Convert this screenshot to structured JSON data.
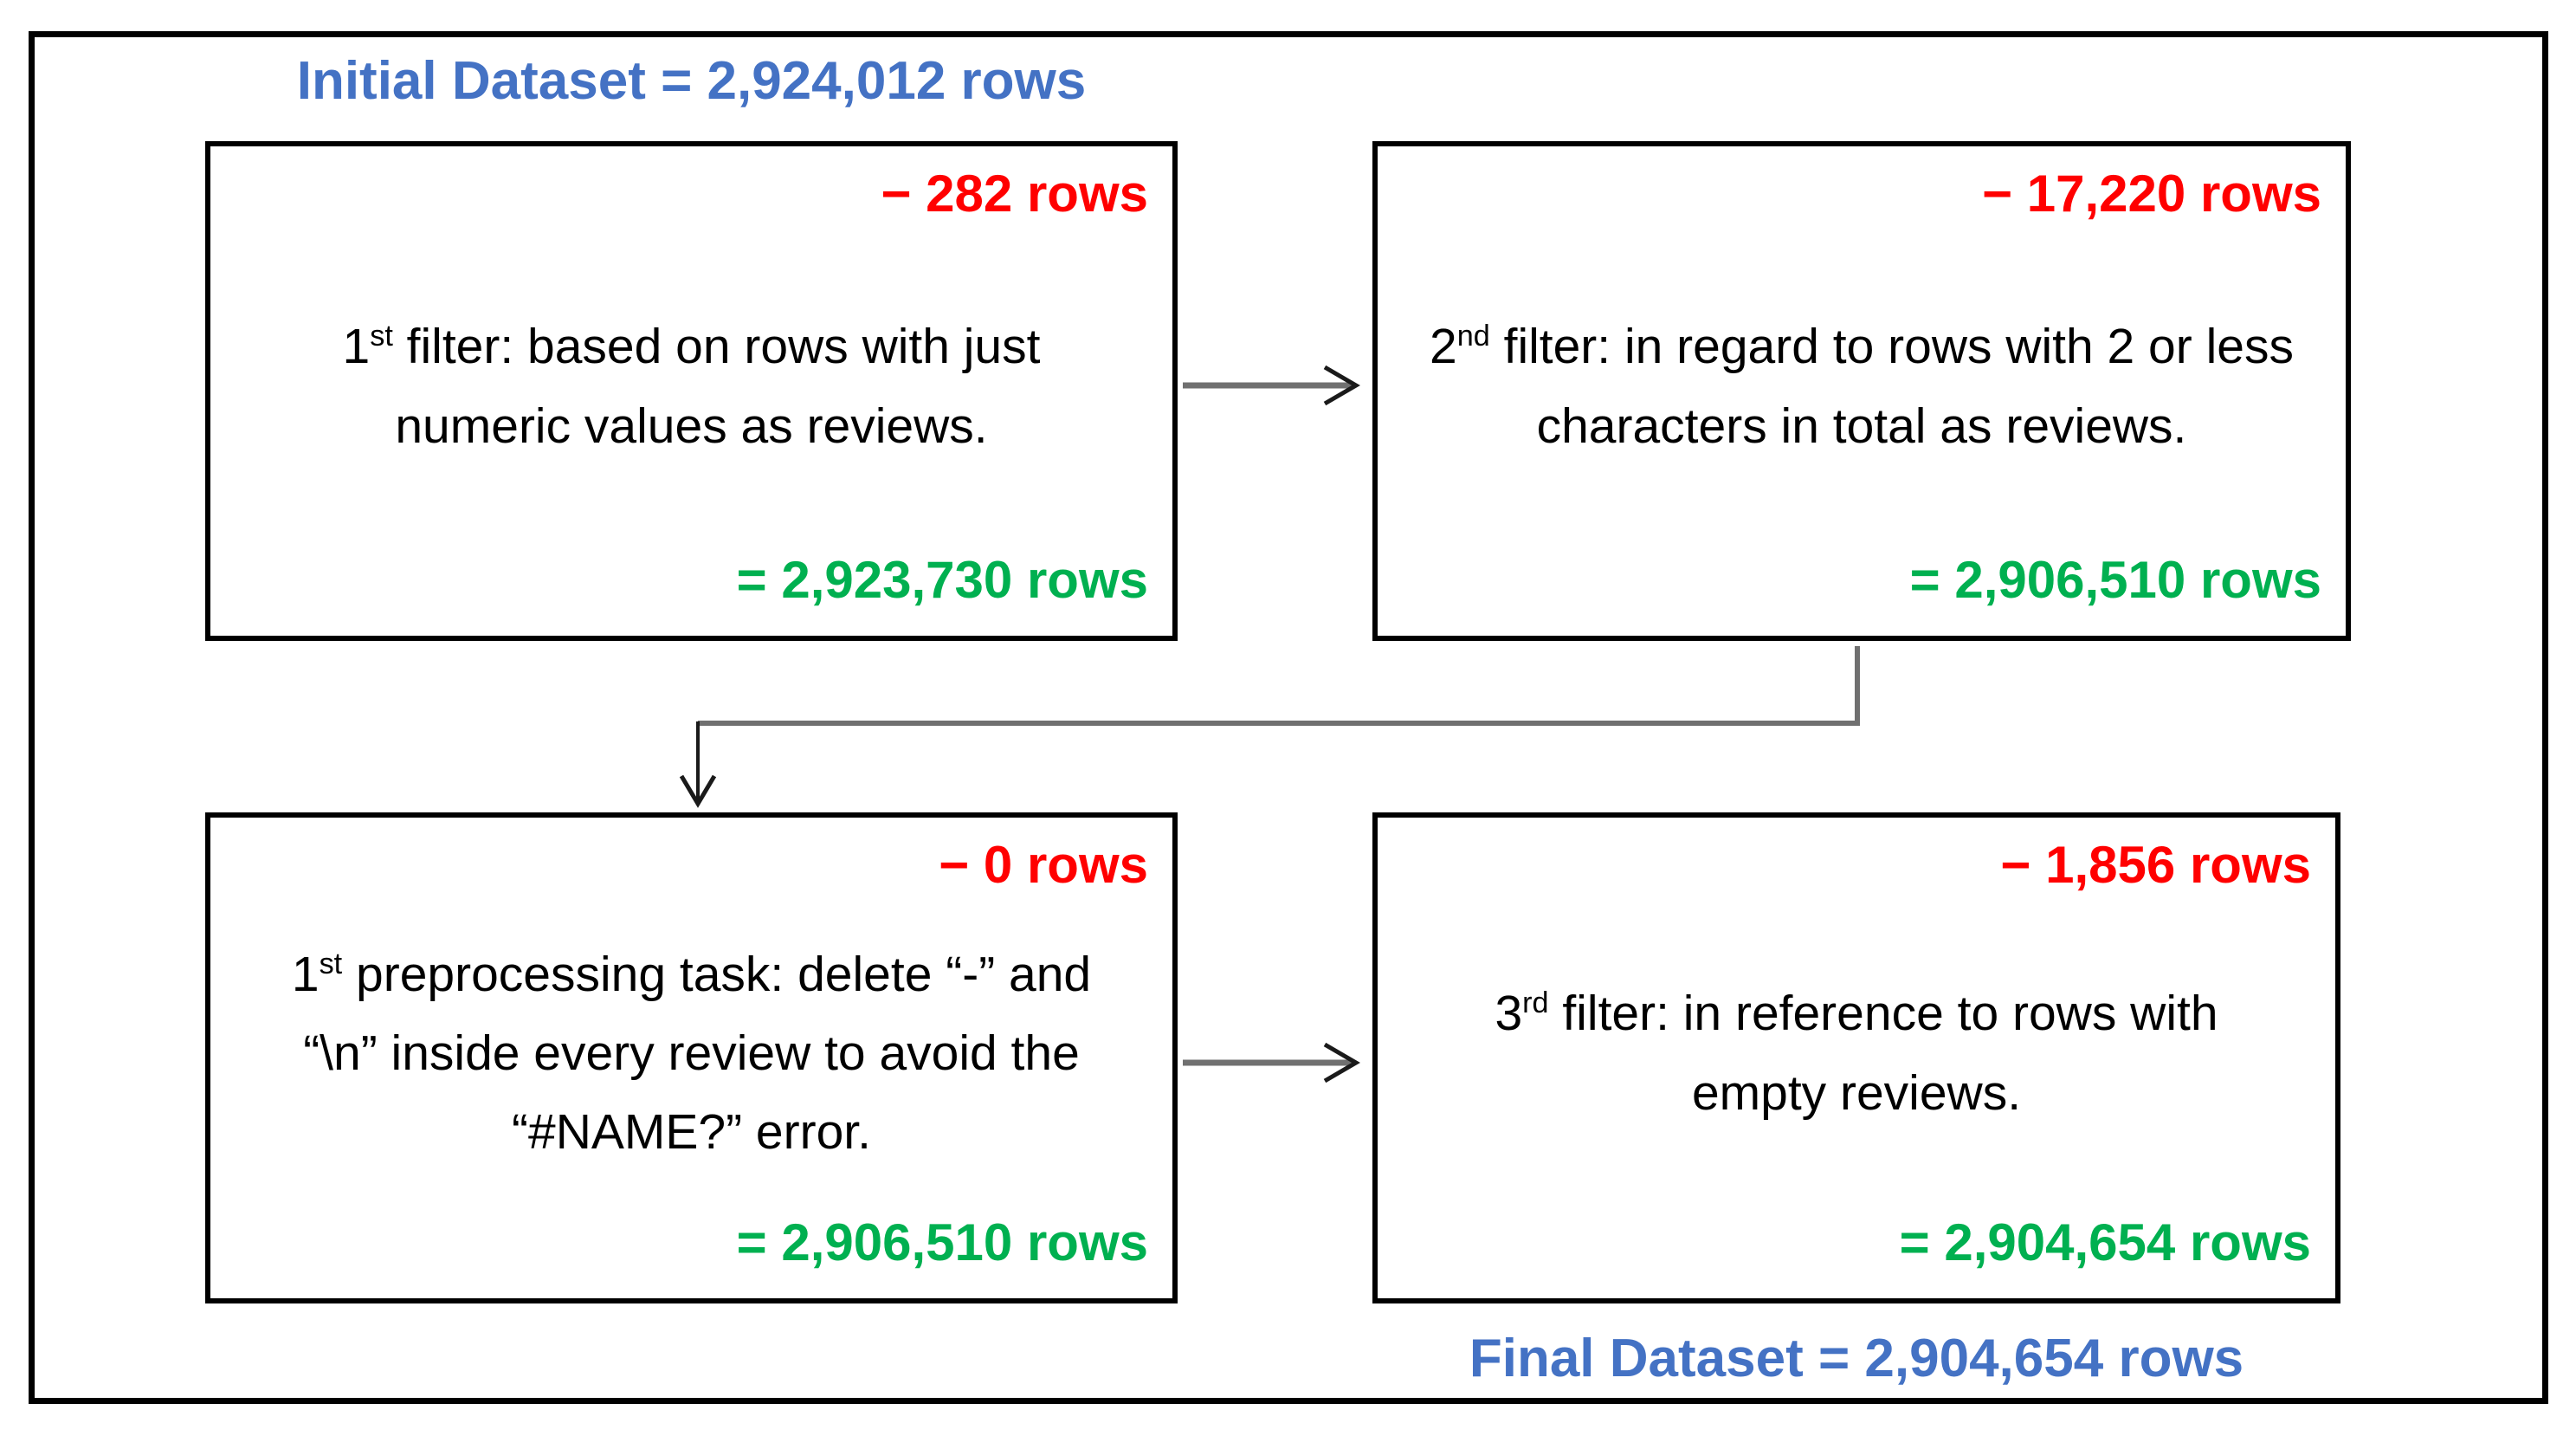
{
  "title": "Initial Dataset = 2,924,012 rows",
  "footer": "Final Dataset = 2,904,654 rows",
  "colors": {
    "label_blue": "#4472C4",
    "removed_red": "#FF0000",
    "result_green": "#00B050",
    "text_black": "#000000",
    "connector_gray": "#707070",
    "arrowhead_black": "#1a1a1a",
    "border_black": "#000000"
  },
  "boxes": [
    {
      "id": "filter-1",
      "removed": "− 282 rows",
      "ordinal": "1",
      "ordinal_suffix": "st",
      "description": "filter: based on rows with just numeric values as reviews.",
      "result": "= 2,923,730 rows"
    },
    {
      "id": "filter-2",
      "removed": "− 17,220 rows",
      "ordinal": "2",
      "ordinal_suffix": "nd",
      "description": "filter: in regard to rows with 2 or less characters in total as reviews.",
      "result": "= 2,906,510 rows"
    },
    {
      "id": "preprocessing-1",
      "removed": "− 0 rows",
      "ordinal": "1",
      "ordinal_suffix": "st",
      "description": "preprocessing task: delete “-” and “\\n” inside every review to avoid the “#NAME?” error.",
      "result": "= 2,906,510 rows"
    },
    {
      "id": "filter-3",
      "removed": "− 1,856 rows",
      "ordinal": "3",
      "ordinal_suffix": "rd",
      "description": "filter: in reference to rows with empty reviews.",
      "result": "= 2,904,654 rows"
    }
  ]
}
